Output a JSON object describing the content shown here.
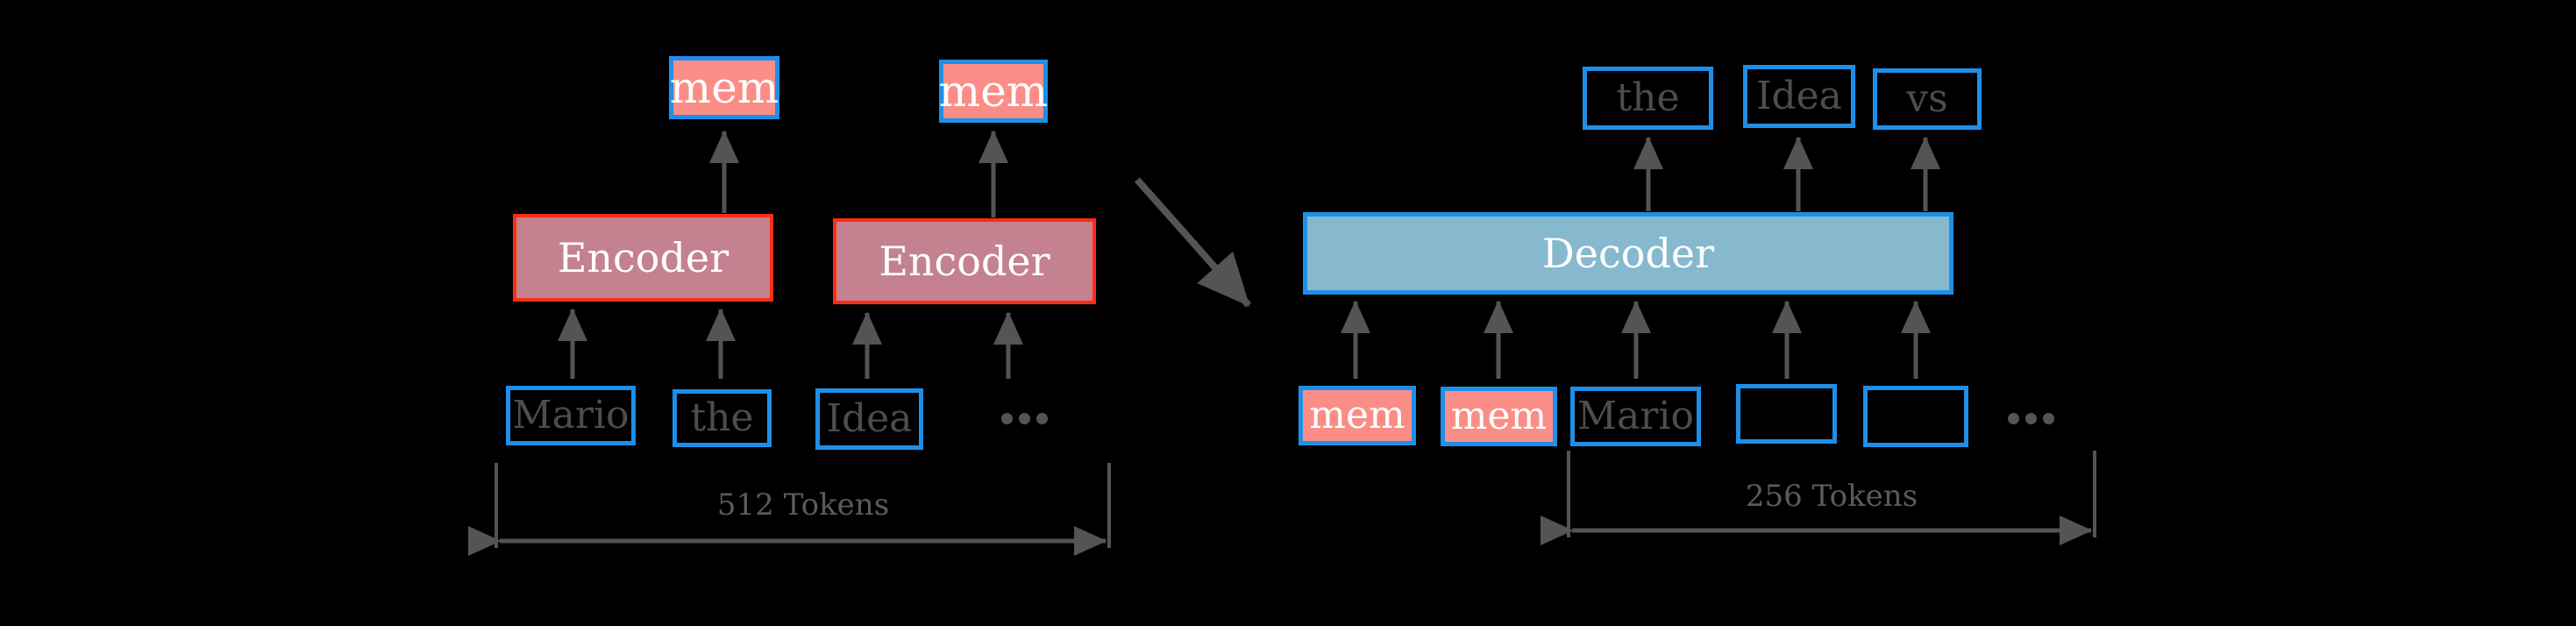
{
  "diagram": {
    "title": "Encoder-Decoder memory token diagram",
    "background_color": "#000000",
    "colors": {
      "memory_fill": "#fa8d86",
      "token_border": "#1e8fe8",
      "encoder_fill": "#c4818f",
      "encoder_border": "#fb2d12",
      "decoder_fill": "#86b9cd",
      "decoder_border": "#1e8fe8",
      "arrow": "#545454",
      "token_text": "#4d4d4d",
      "block_text": "#ffffff",
      "dimension_text": "#5b5b5b"
    },
    "encoder_side": {
      "memory_outputs": [
        {
          "label": "mem"
        },
        {
          "label": "mem"
        }
      ],
      "blocks": [
        {
          "label": "Encoder"
        },
        {
          "label": "Encoder"
        }
      ],
      "input_tokens": [
        {
          "label": "Mario"
        },
        {
          "label": "the"
        },
        {
          "label": "Idea"
        }
      ],
      "ellipsis": "...",
      "dimension": {
        "label": "512 Tokens"
      }
    },
    "decoder_side": {
      "output_tokens": [
        {
          "label": "the"
        },
        {
          "label": "Idea"
        },
        {
          "label": "vs"
        }
      ],
      "blocks": [
        {
          "label": "Decoder"
        }
      ],
      "input_tokens": [
        {
          "label": "mem",
          "kind": "memory"
        },
        {
          "label": "mem",
          "kind": "memory"
        },
        {
          "label": "Mario",
          "kind": "token"
        },
        {
          "label": "",
          "kind": "token"
        },
        {
          "label": "",
          "kind": "token"
        }
      ],
      "ellipsis": "...",
      "dimension": {
        "label": "256 Tokens"
      }
    },
    "transfer_arrow": {
      "name": "encoder-to-decoder-arrow"
    }
  }
}
